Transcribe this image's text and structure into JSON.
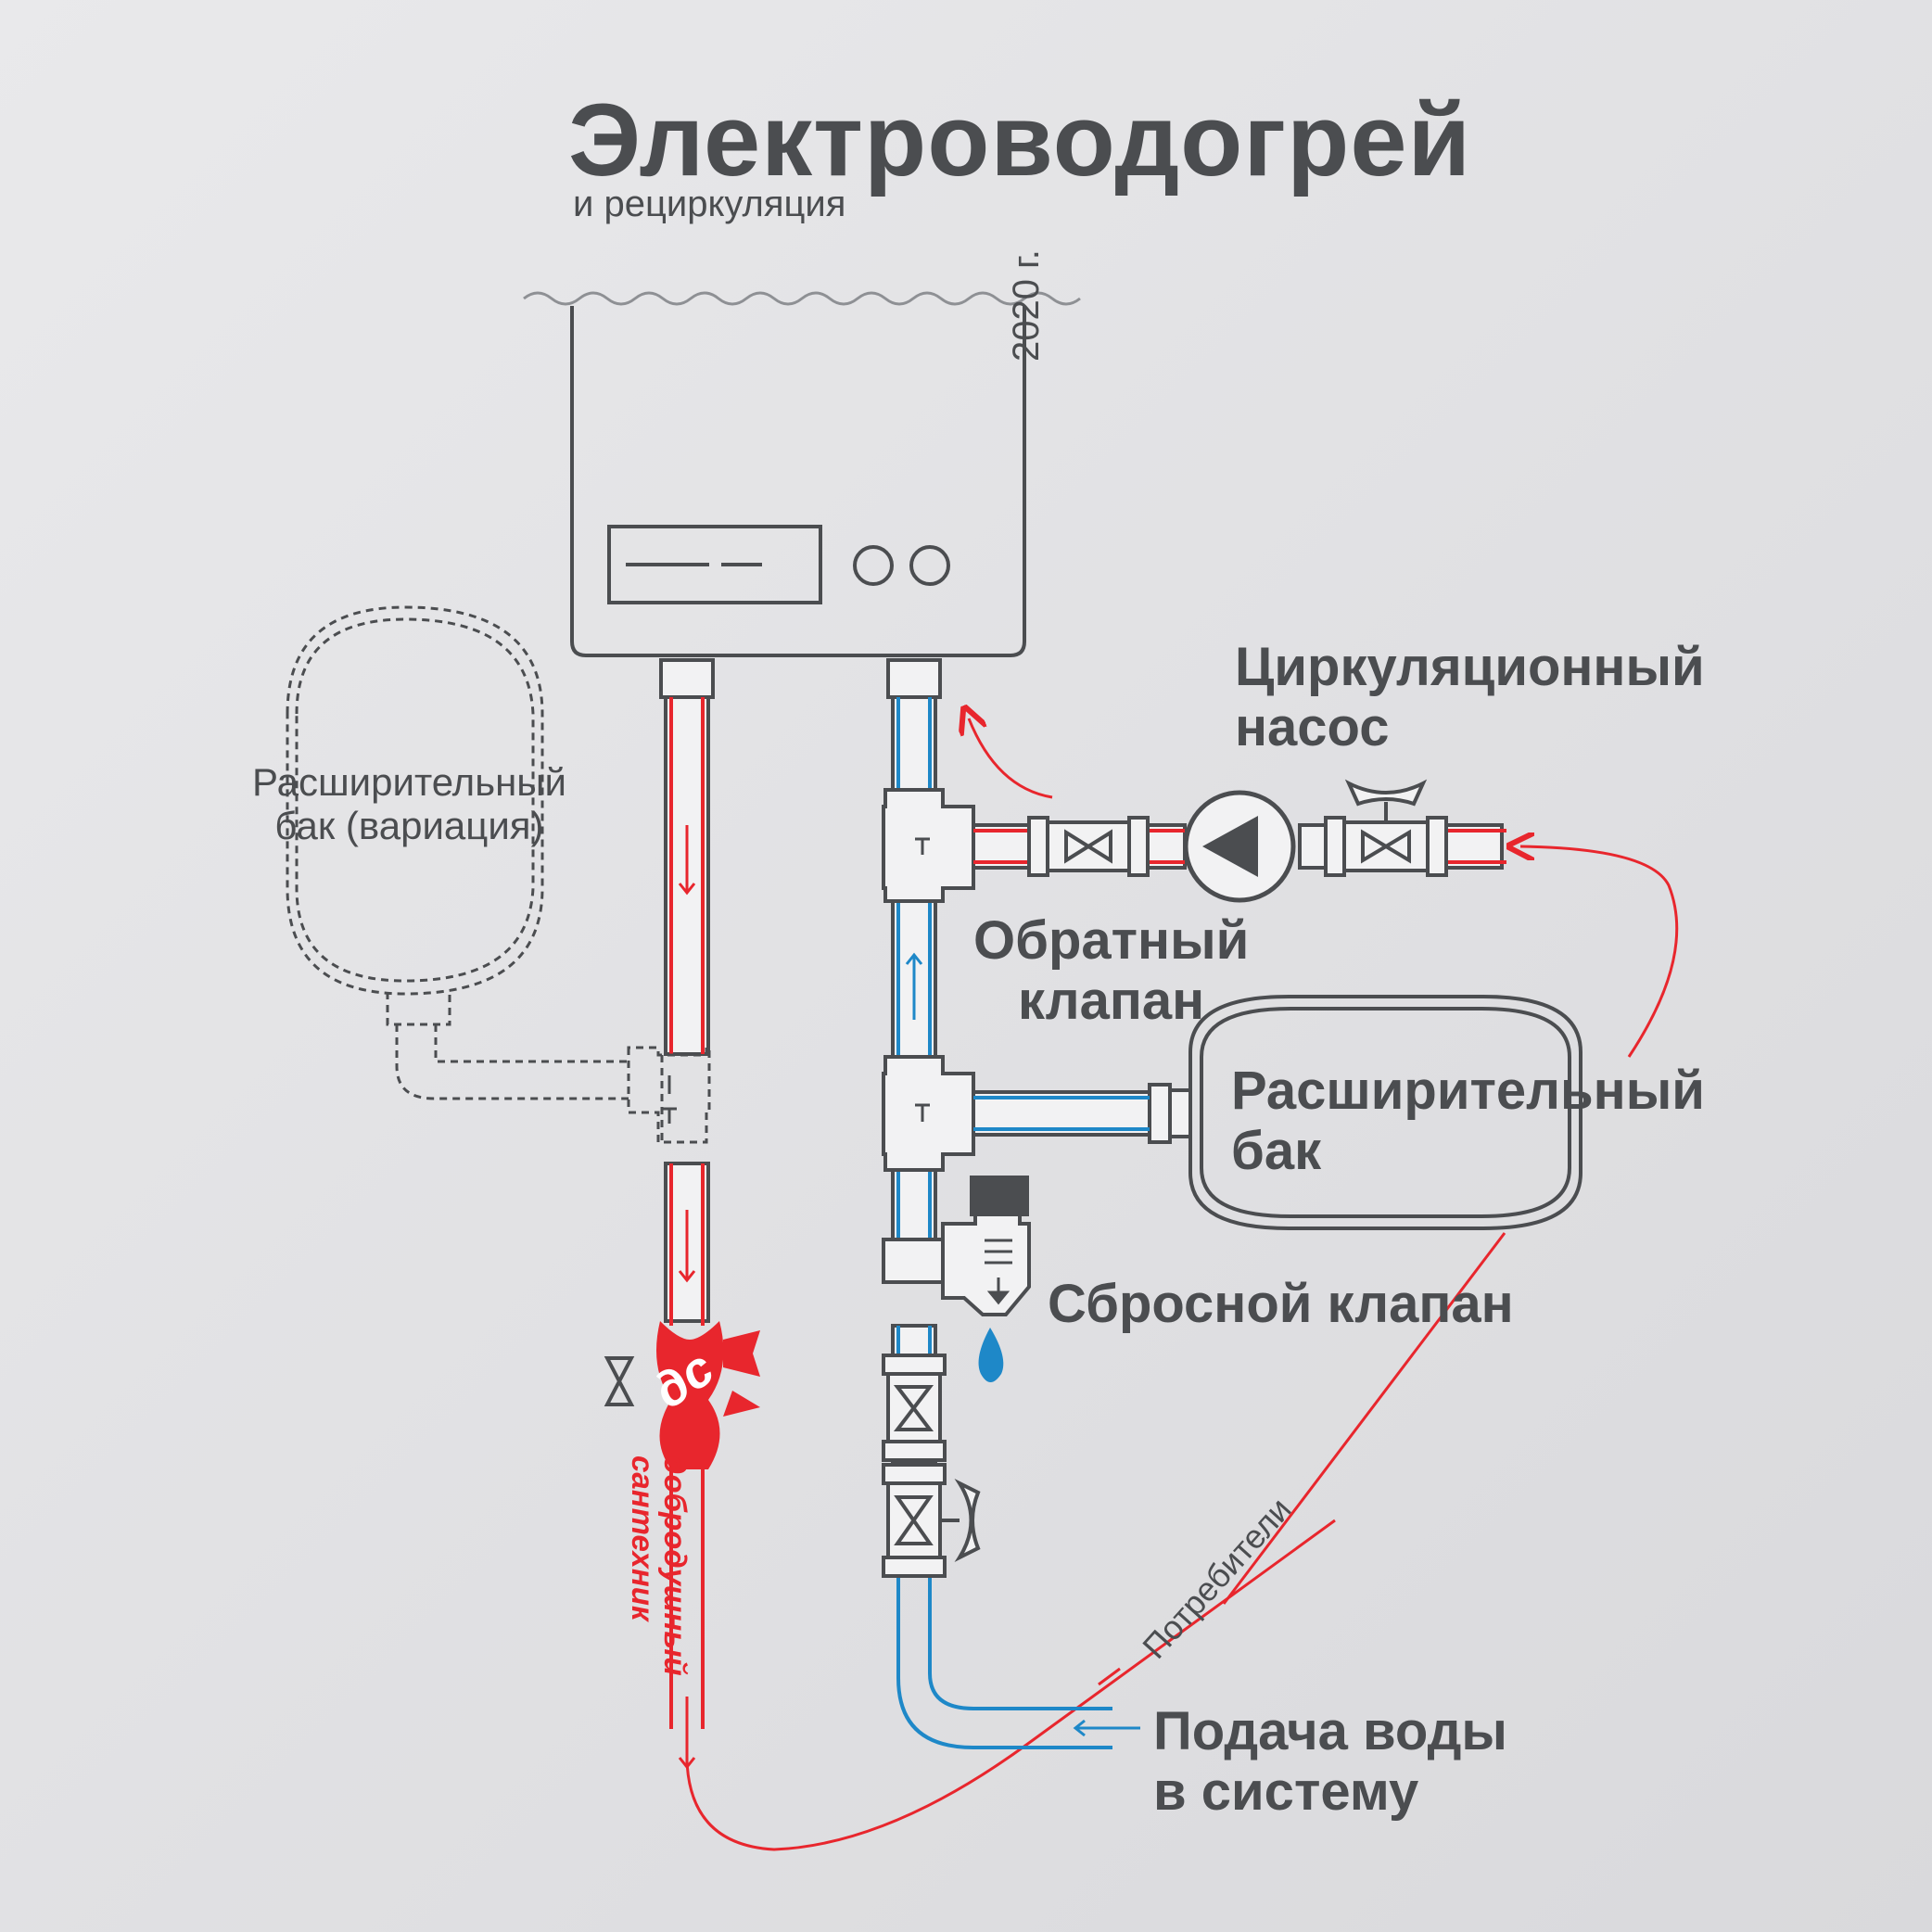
{
  "title": "Электроводогрей",
  "subtitle": "и рециркуляция",
  "year_label": "2020 г.",
  "labels": {
    "expansion_tank_variation": [
      "Расширительный",
      "бак (вариация)"
    ],
    "circulation_pump": [
      "Циркуляционный",
      "насос"
    ],
    "check_valve": [
      "Обратный",
      "клапан"
    ],
    "expansion_tank": [
      "Расширительный",
      "бак"
    ],
    "relief_valve": "Сбросной клапан",
    "water_supply": [
      "Подача воды",
      "в систему"
    ],
    "consumers": "Потребители"
  },
  "brand": {
    "logo_text": "дс",
    "name_lines": [
      "добродушный",
      "сантехник"
    ]
  },
  "colors": {
    "hot_line": "#e8262d",
    "cold_line": "#1e88c8",
    "outline": "#4b4d50",
    "background": "#e3e3e6"
  },
  "icons": [
    "heater-icon",
    "display-icon",
    "knob-icon",
    "pump-icon",
    "check-valve-icon",
    "ball-valve-icon",
    "tee-icon",
    "safety-valve-icon",
    "water-drop-icon",
    "brand-logo-icon",
    "flow-arrow-icon"
  ]
}
